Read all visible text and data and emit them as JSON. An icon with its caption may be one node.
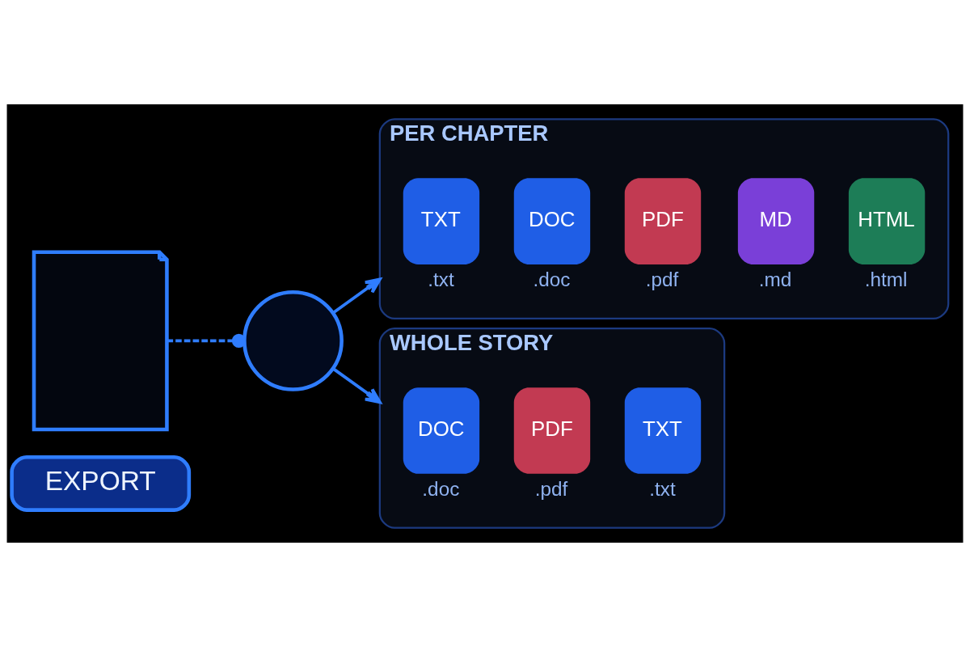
{
  "diagram": {
    "nodes": [
      {
        "text": [],
        "shape": "document"
      },
      {
        "text": [
          "EXPORT"
        ]
      },
      {
        "text": [],
        "shape": "circle"
      },
      {
        "text": [
          "PER CHAPTER"
        ]
      },
      {
        "text": [
          "TXT"
        ],
        "beside": [
          ".txt"
        ],
        "in": 3
      },
      {
        "text": [
          "DOC"
        ],
        "beside": [
          ".doc"
        ],
        "in": 3
      },
      {
        "text": [
          "PDF"
        ],
        "beside": [
          ".pdf"
        ],
        "in": 3
      },
      {
        "text": [
          "MD"
        ],
        "beside": [
          ".md"
        ],
        "in": 3
      },
      {
        "text": [
          "HTML"
        ],
        "beside": [
          ".html"
        ],
        "in": 3
      },
      {
        "text": [
          "WHOLE STORY"
        ]
      },
      {
        "text": [
          "DOC"
        ],
        "beside": [
          ".doc"
        ],
        "in": 9
      },
      {
        "text": [
          "PDF"
        ],
        "beside": [
          ".pdf"
        ],
        "in": 9
      },
      {
        "text": [
          "TXT"
        ],
        "beside": [
          ".txt"
        ],
        "in": 9
      }
    ],
    "edges": [
      {
        "from": 0,
        "to": 2,
        "arrow": "other",
        "style": "dashed"
      },
      {
        "from": 2,
        "to": 3,
        "arrow": "to"
      },
      {
        "from": 2,
        "to": 9,
        "arrow": "to"
      }
    ]
  }
}
